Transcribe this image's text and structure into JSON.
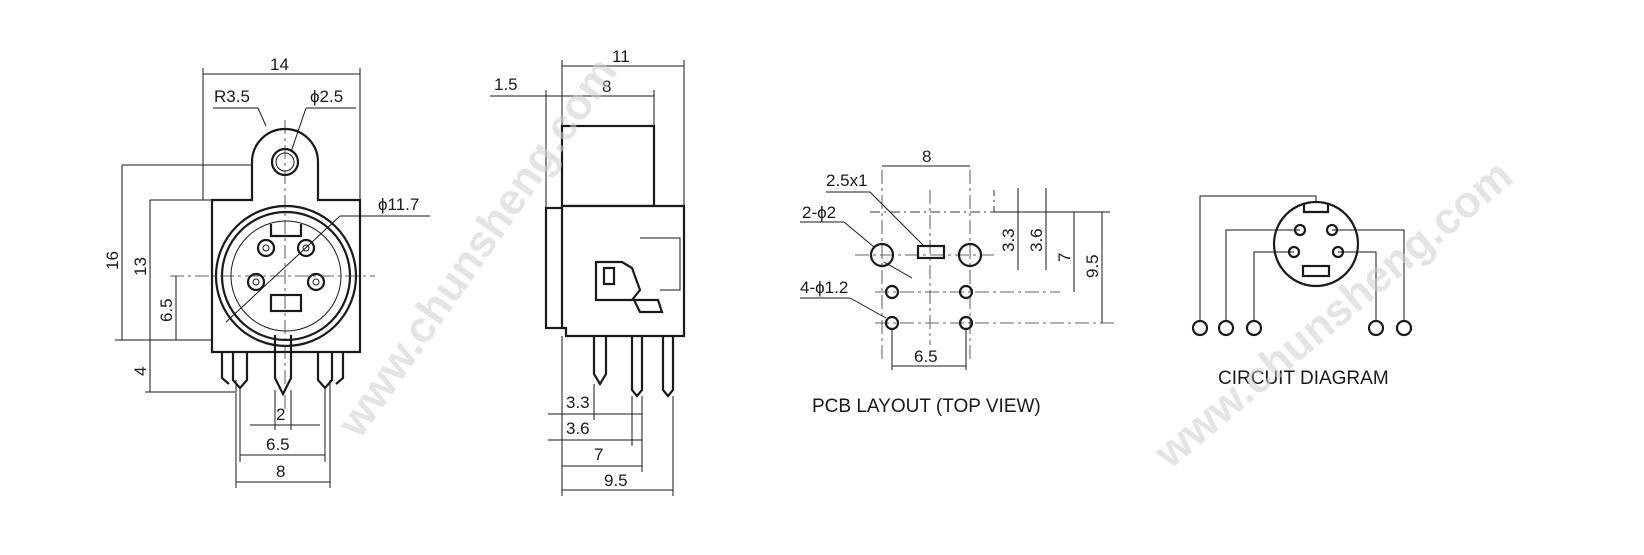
{
  "front_view": {
    "dim_width_total": "14",
    "dim_radius": "R3.5",
    "dim_mount_hole": "ϕ2.5",
    "dim_body_diameter": "ϕ11.7",
    "dim_height_total": "16",
    "dim_height_body": "13",
    "dim_center_height": "6.5",
    "dim_pin_length": "4",
    "dim_center_pin": "2",
    "dim_pin_span_inner": "6.5",
    "dim_pin_span_outer": "8"
  },
  "side_view": {
    "dim_depth_total": "11",
    "dim_depth_body": "8",
    "dim_flange": "1.5",
    "dim_pin_33": "3.3",
    "dim_pin_36": "3.6",
    "dim_pin_7": "7",
    "dim_pin_95": "9.5"
  },
  "pcb_layout": {
    "title": "PCB LAYOUT (TOP VIEW)",
    "dim_top_span": "8",
    "dim_slot": "2.5x1",
    "dim_mount_holes": "2-ϕ2",
    "dim_pin_holes": "4-ϕ1.2",
    "dim_bottom_span": "6.5",
    "dim_v_33": "3.3",
    "dim_v_36": "3.6",
    "dim_v_7": "7",
    "dim_v_95": "9.5"
  },
  "circuit": {
    "title": "CIRCUIT DIAGRAM"
  },
  "watermark": {
    "text": "www.chunsheng.com"
  }
}
